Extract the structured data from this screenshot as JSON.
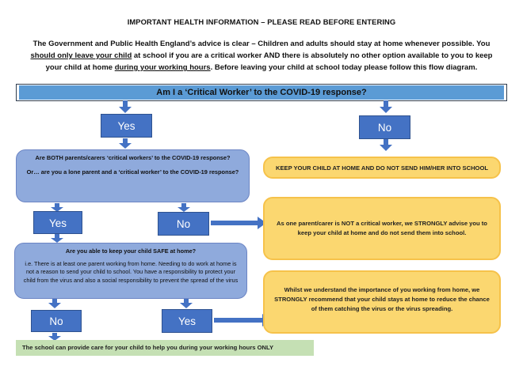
{
  "header": {
    "title": "IMPORTANT HEALTH INFORMATION – PLEASE READ BEFORE ENTERING",
    "intro_1": "The Government and Public Health England’s advice is clear – Children and adults should stay at home whenever possible. You",
    "intro_2a": "should only leave your child",
    "intro_2b": " at school if you are a critical worker AND there is absolutely no other option available to you to keep",
    "intro_3a": "your child at home ",
    "intro_3b": "during your working hours",
    "intro_3c": ". Before leaving your child at school today please follow this flow diagram."
  },
  "flow": {
    "question_main": "Am I a ‘Critical Worker’ to the COVID-19 response?",
    "yes_top": "Yes",
    "no_top": "No",
    "both_parents_q1": "Are BOTH parents/carers ‘critical workers’ to the COVID-19 response?",
    "both_parents_q2": "Or… are you a lone parent and a ‘critical worker’ to the COVID-19 response?",
    "yes_mid": "Yes",
    "no_mid": "No",
    "keep_home": "KEEP YOUR CHILD AT HOME AND DO NOT SEND HIM/HER INTO SCHOOL",
    "one_parent": "As one parent/carer is NOT a critical worker, we STRONGLY advise you to keep your child at home and do not send them into school.",
    "safe_q": "Are you able to keep your child SAFE at home?",
    "safe_detail": "i.e. There is at least one parent working from home. Needing to do work at home is not a reason to send your child to school. You have a responsibility to protect your child from the virus and also a social responsibility to prevent the spread of the virus",
    "no_bottom": "No",
    "yes_bottom": "Yes",
    "working_home": "Whilst we understand the importance of you working from home, we STRONGLY recommend that your child stays at home to reduce the chance of them catching the virus or the virus spreading.",
    "school_care": "The school can provide care for your child to help you during your working hours ONLY"
  },
  "colors": {
    "button_blue": "#4472c4",
    "question_bar": "#5b9bd5",
    "lavender": "#8faadc",
    "amber": "#fbd770",
    "green": "#c5e0b4"
  }
}
